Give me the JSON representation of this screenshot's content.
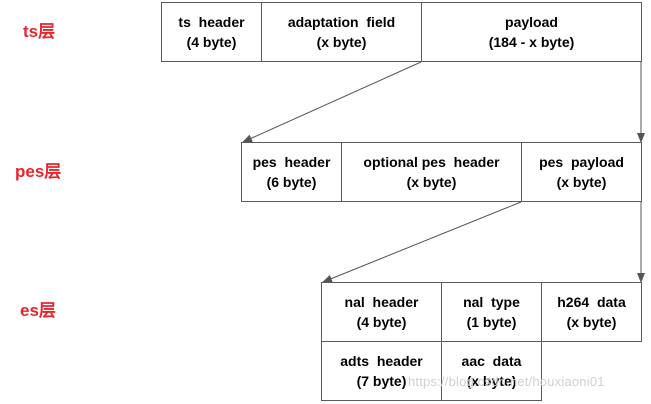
{
  "layers": {
    "ts": "ts层",
    "pes": "pes层",
    "es": "es层"
  },
  "ts": {
    "header": {
      "line1": "ts  header",
      "line2": "(4 byte)"
    },
    "adaptation": {
      "line1": "adaptation  field",
      "line2": "(x byte)"
    },
    "payload": {
      "line1": "payload",
      "line2": "(184 - x byte)"
    }
  },
  "pes": {
    "header": {
      "line1": "pes  header",
      "line2": "(6 byte)"
    },
    "optional": {
      "line1": "optional pes  header",
      "line2": "(x byte)"
    },
    "payload": {
      "line1": "pes  payload",
      "line2": "(x byte)"
    }
  },
  "es": {
    "nal_header": {
      "line1": "nal  header",
      "line2": "(4 byte)"
    },
    "nal_type": {
      "line1": "nal  type",
      "line2": "(1 byte)"
    },
    "h264_data": {
      "line1": "h264  data",
      "line2": "(x byte)"
    },
    "adts_header": {
      "line1": "adts  header",
      "line2": "(7 byte)"
    },
    "aac_data": {
      "line1": "aac  data",
      "line2": "(x byte)"
    }
  },
  "watermark": "https://blog.csdn.net/houxiaoni01",
  "colors": {
    "label": "#e8242c",
    "border": "#5a5a5a",
    "arrow": "#555555"
  }
}
